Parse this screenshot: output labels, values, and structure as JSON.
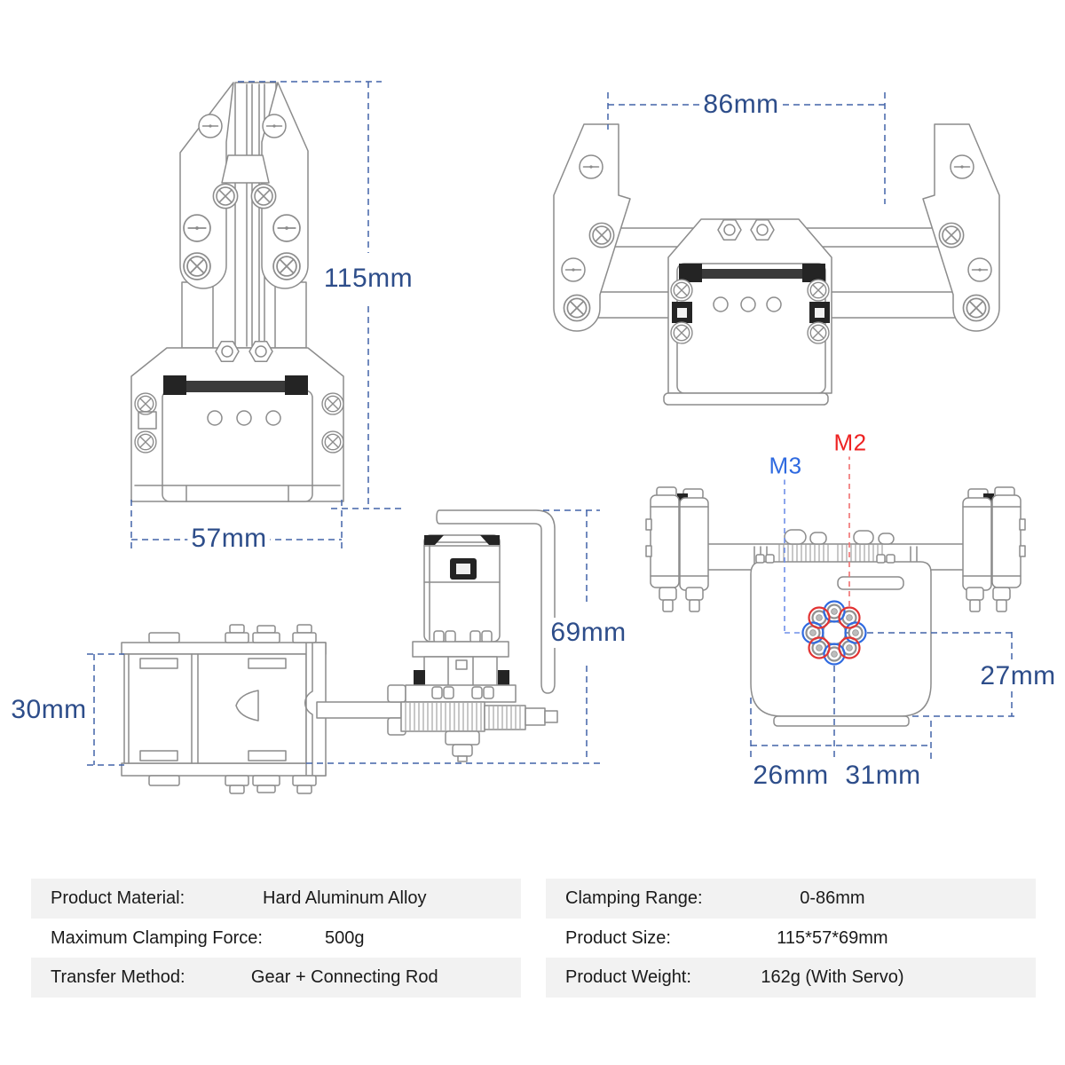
{
  "views": {
    "front": {
      "height_label": "115mm",
      "width_label": "57mm"
    },
    "open": {
      "width_label": "86mm"
    },
    "side": {
      "height_label": "30mm"
    },
    "standing": {
      "height_label": "69mm"
    },
    "bottom": {
      "offset_label": "27mm",
      "left_label": "26mm",
      "right_label": "31mm",
      "screw_m2": "M2",
      "screw_m3": "M3"
    }
  },
  "spec_tables": {
    "left": {
      "rows": [
        {
          "label": "Product Material:",
          "value": "Hard Aluminum Alloy"
        },
        {
          "label": "Maximum Clamping Force:",
          "value": "500g"
        },
        {
          "label": "Transfer Method:",
          "value": "Gear + Connecting Rod"
        }
      ]
    },
    "right": {
      "rows": [
        {
          "label": "Clamping Range:",
          "value": "0-86mm"
        },
        {
          "label": "Product Size:",
          "value": "115*57*69mm"
        },
        {
          "label": "Product Weight:",
          "value": "162g (With Servo)"
        }
      ]
    }
  },
  "colors": {
    "dimension_text": "#2d4d8a",
    "dimension_line": "#4263a8",
    "m2_red": "#ee2222",
    "m3_blue": "#2f6ae0",
    "line_art": "#8c8c8c",
    "table_row_gray": "#f2f2f2",
    "table_text": "#1a1a1a"
  }
}
